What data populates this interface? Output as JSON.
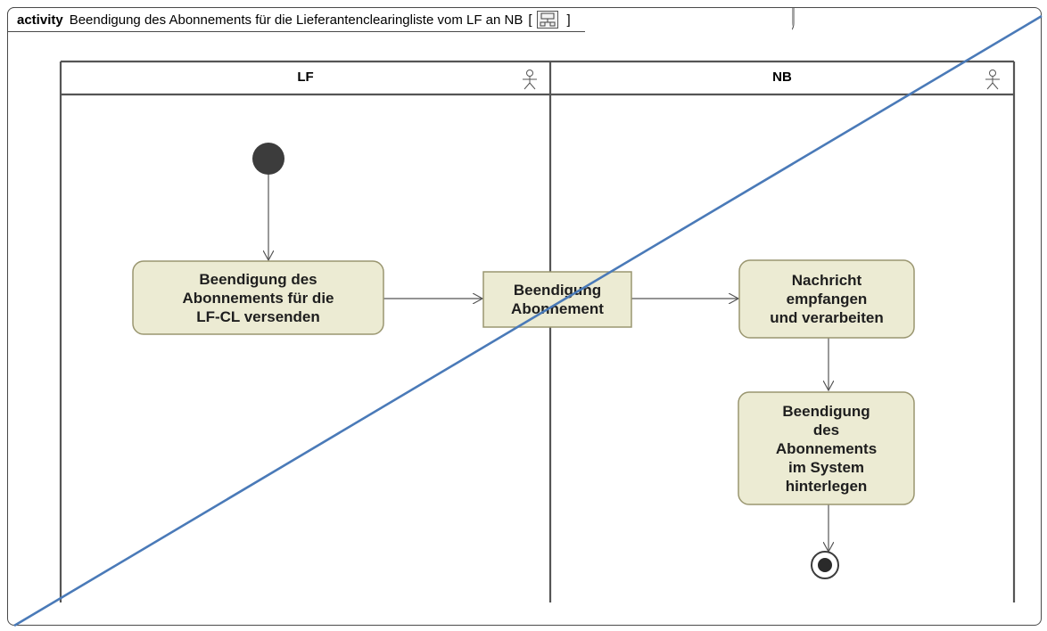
{
  "frame": {
    "kind": "activity",
    "title": "Beendigung des Abonnements für die Lieferantenclearingliste vom LF an NB",
    "bracket_open": "[",
    "bracket_close": "]",
    "icon": "diagram-icon"
  },
  "lanes": [
    {
      "label": "LF",
      "icon": "actor-icon"
    },
    {
      "label": "NB",
      "icon": "actor-icon"
    }
  ],
  "actions": {
    "send": "Beendigung des\nAbonnements für die\nLF-CL versenden",
    "receive": "Nachricht\nempfangen\nund verarbeiten",
    "store": "Beendigung\ndes\nAbonnements\nim System\nhinterlegen"
  },
  "object_node": "Beendigung\nAbonnement",
  "colors": {
    "action_fill": "#ecebd3",
    "action_stroke": "#9a9670",
    "line": "#555555",
    "strike_line": "#4a7ab8"
  }
}
